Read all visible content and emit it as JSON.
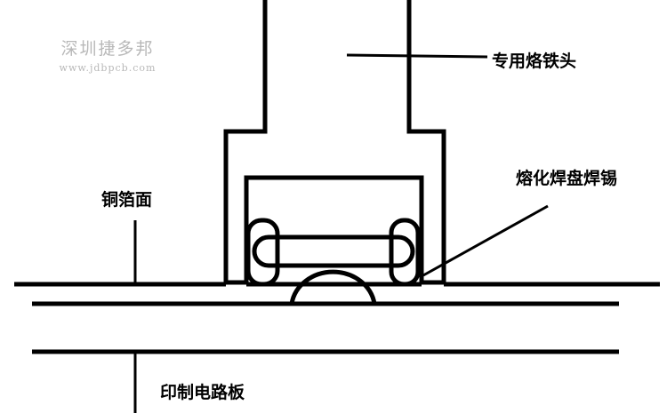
{
  "labels": {
    "soldering_iron_tip": "专用烙铁头",
    "melted_pad_solder": "熔化焊盘焊锡",
    "copper_foil_side": "铜箔面",
    "printed_circuit_board": "印制电路板"
  },
  "watermark": {
    "name": "深圳捷多邦",
    "url": "www.jdbpcb.com"
  },
  "colors": {
    "line": "#000000",
    "background": "#ffffff",
    "watermark": "#b8b8b8"
  }
}
